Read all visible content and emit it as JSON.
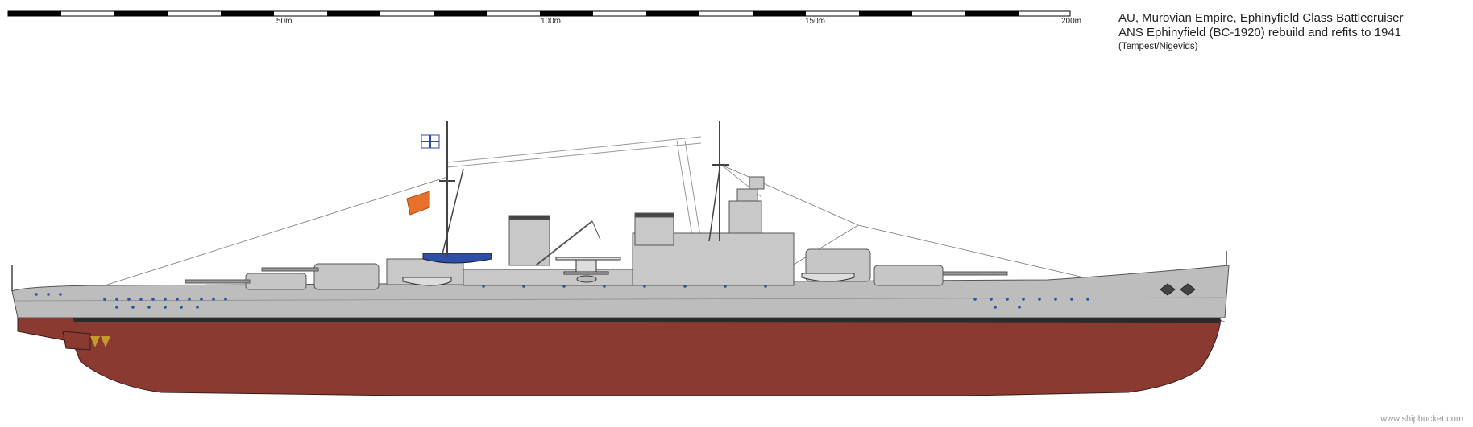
{
  "title": {
    "line1": "AU, Murovian Empire, Ephinyfield Class Battlecruiser",
    "line2": "ANS Ephinyfield (BC-1920) rebuild and refits to 1941",
    "line3": "(Tempest/Nigevids)"
  },
  "scale": {
    "ticks": [
      "50m",
      "100m",
      "150m",
      "200m"
    ]
  },
  "credit": "www.shipbucket.com",
  "colors": {
    "hull_upper": "#bdbdbd",
    "hull_lower": "#8b3a32",
    "superstructure": "#c8c8c8",
    "boot_topping": "#2b2b2b",
    "portholes": "#2d4fa8",
    "ensign": "#e8702a"
  }
}
